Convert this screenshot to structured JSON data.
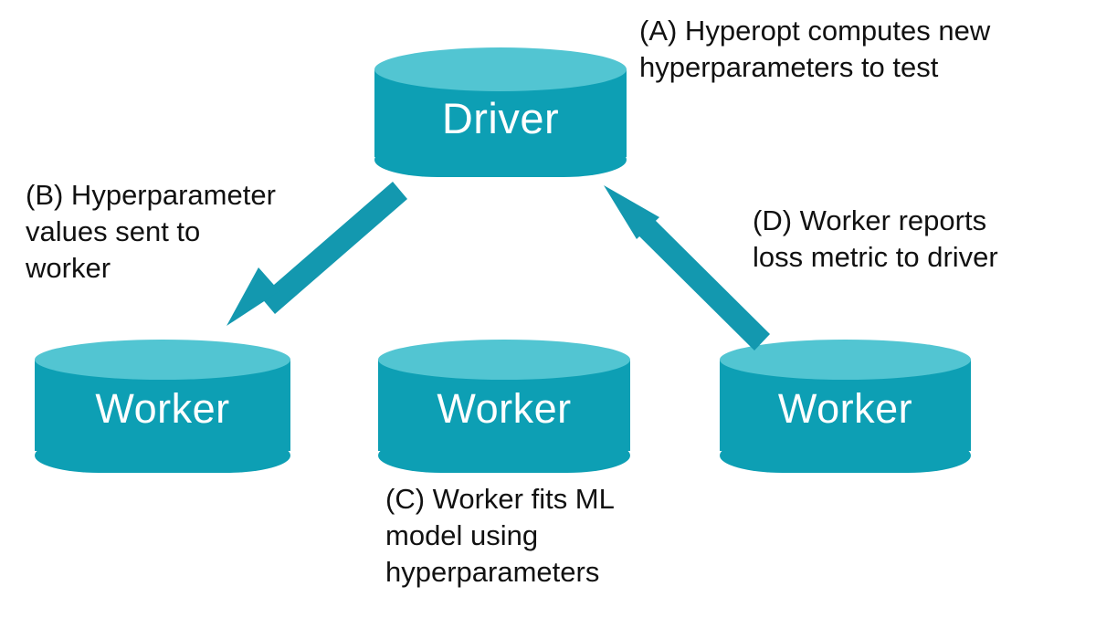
{
  "diagram": {
    "title": "Hyperopt distributed hyperparameter tuning flow",
    "background_color": "#FFFFFF",
    "palette": {
      "cylinder_body": "#0D9FB4",
      "cylinder_top": "#52C5D2",
      "arrow": "#1398AF",
      "label_text": "#FFFFFF",
      "note_text": "#111111"
    }
  },
  "nodes": {
    "driver": {
      "label": "Driver",
      "role": "driver"
    },
    "workers": [
      {
        "label": "Worker",
        "role": "worker"
      },
      {
        "label": "Worker",
        "role": "worker"
      },
      {
        "label": "Worker",
        "role": "worker"
      }
    ]
  },
  "annotations": {
    "a": {
      "key": "(A)",
      "text": "(A) Hyperopt computes new\nhyperparameters to test"
    },
    "b": {
      "key": "(B)",
      "text": "(B) Hyperparameter\nvalues sent to\nworker"
    },
    "c": {
      "key": "(C)",
      "text": "(C) Worker fits ML\nmodel using\nhyperparameters"
    },
    "d": {
      "key": "(D)",
      "text": "(D) Worker reports\nloss metric to driver"
    }
  },
  "arrows": [
    {
      "name": "driver-to-worker-arrow",
      "from": "driver",
      "to": "worker-left",
      "direction": "down-left",
      "related_annotation": "(B)"
    },
    {
      "name": "worker-to-driver-arrow",
      "from": "worker-right",
      "to": "driver",
      "direction": "up-left",
      "related_annotation": "(D)"
    }
  ]
}
